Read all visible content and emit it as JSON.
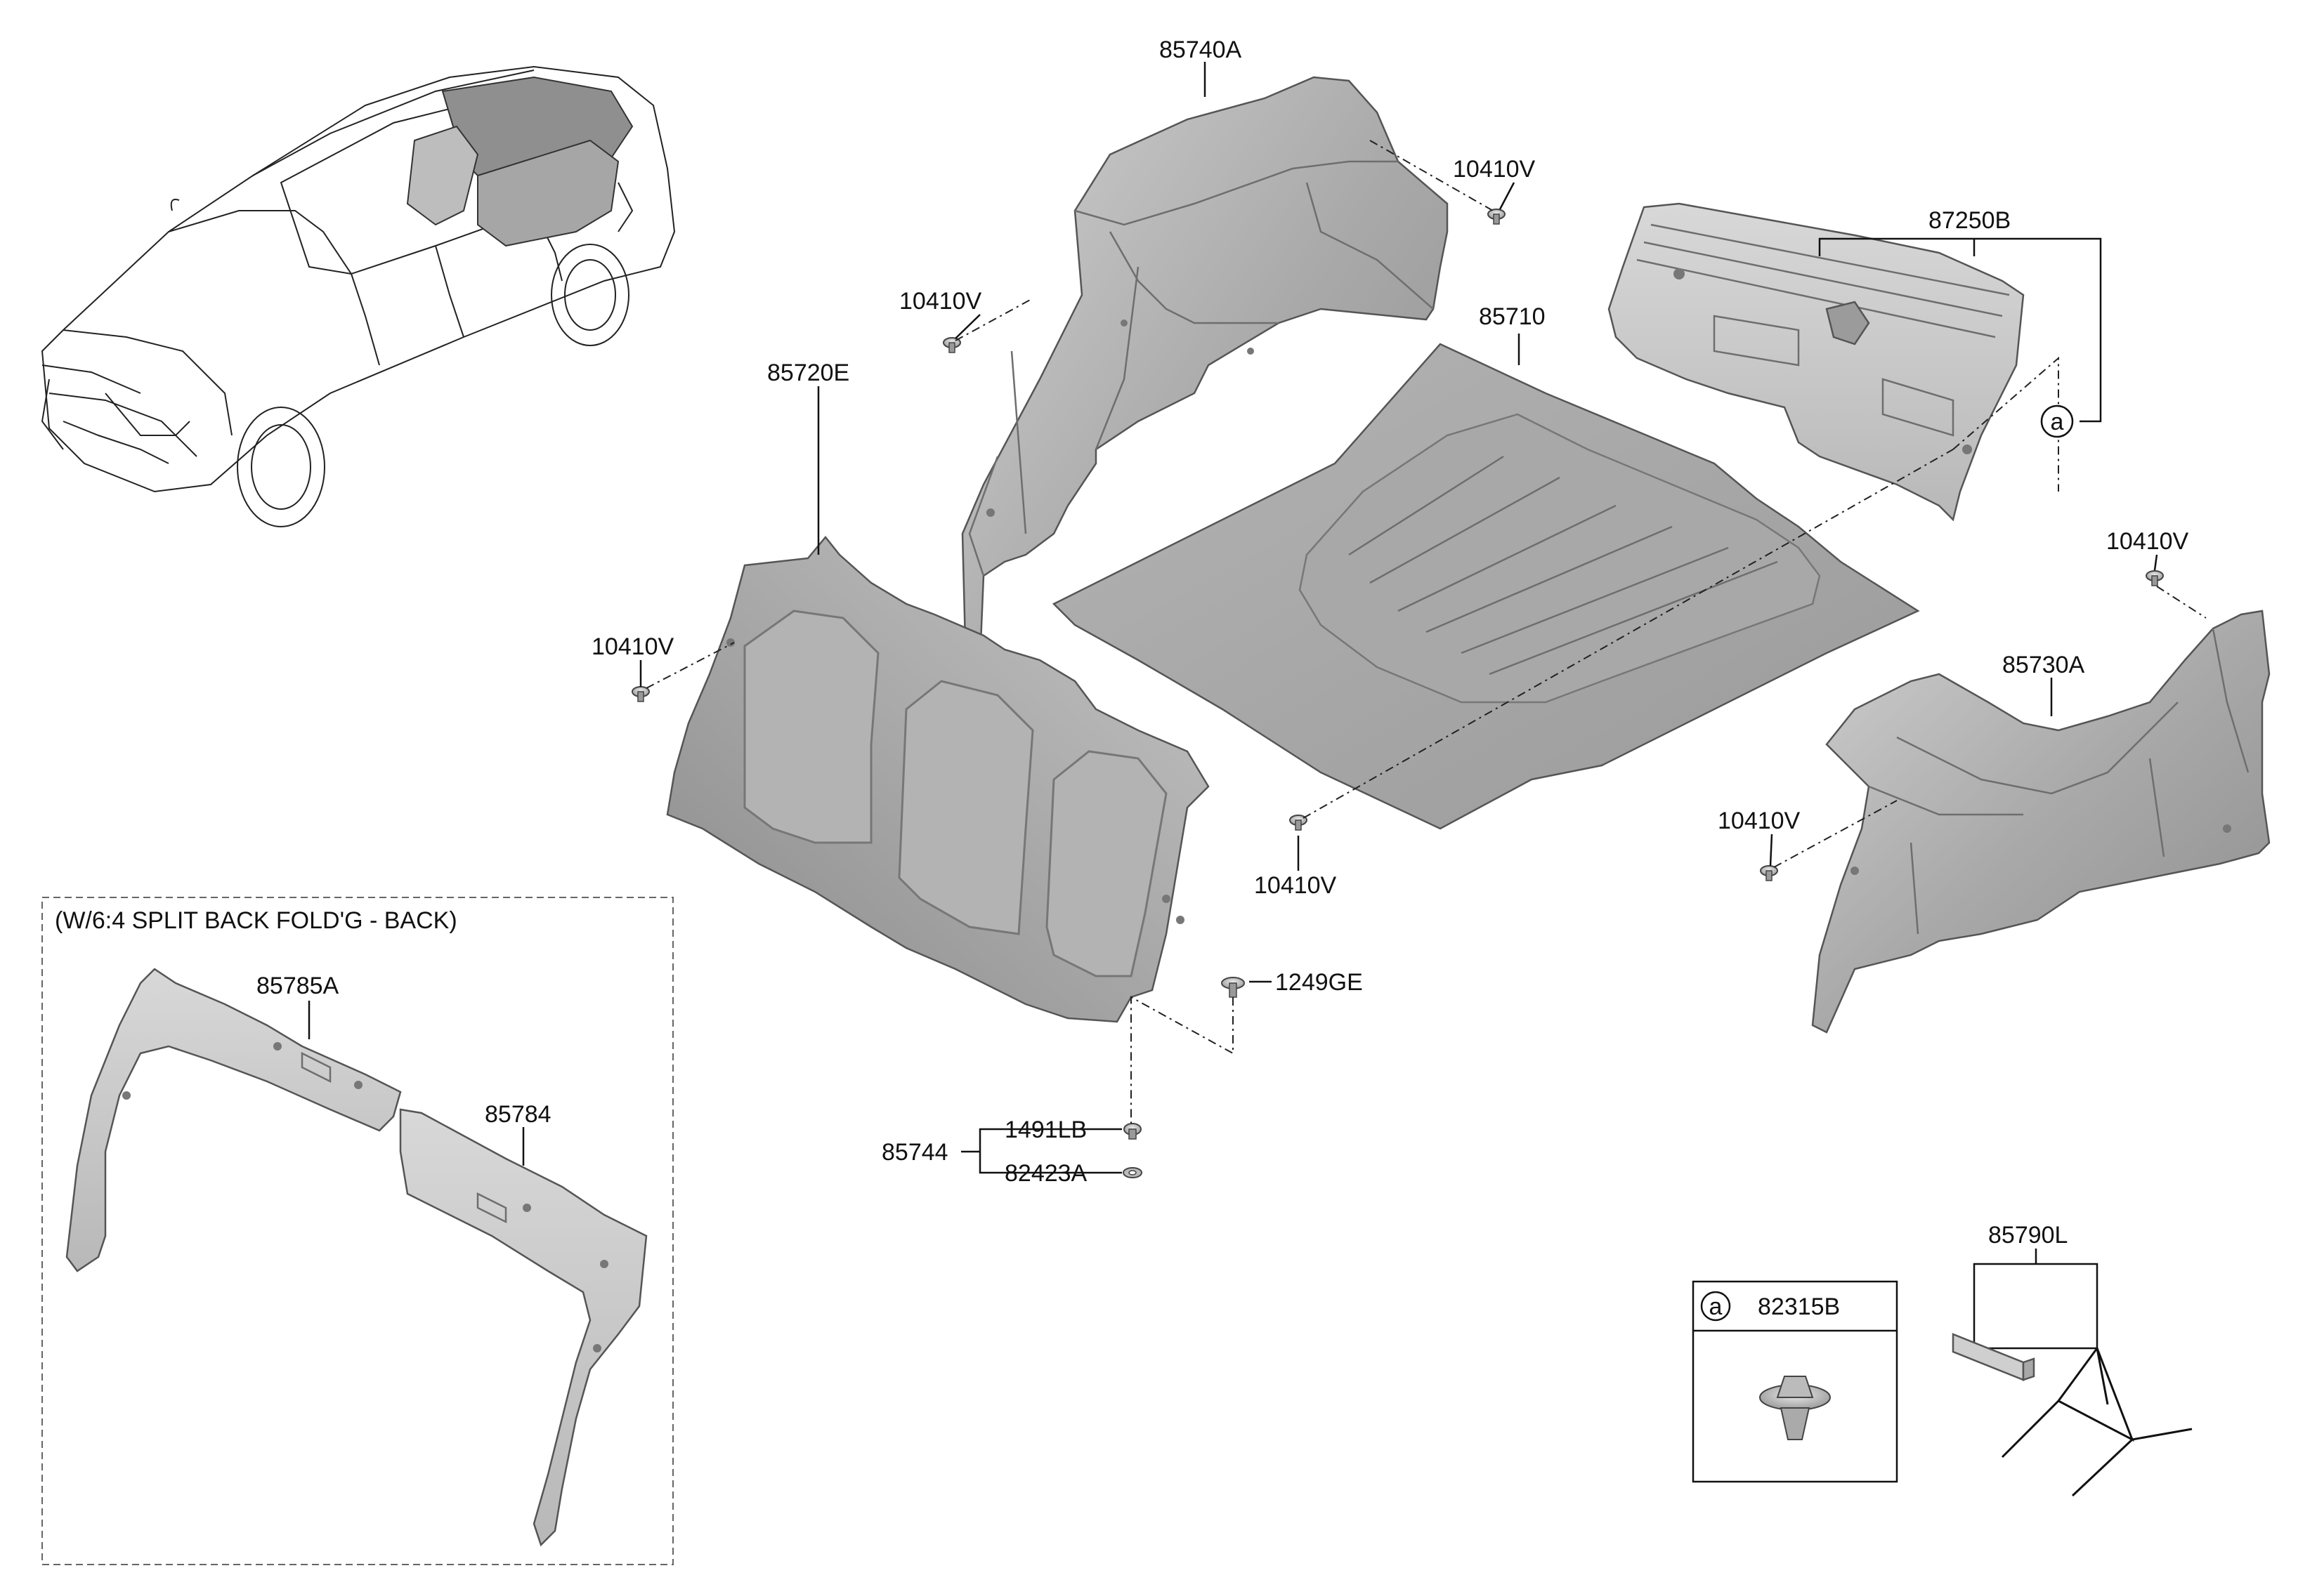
{
  "diagram": {
    "note": "(W/6:4 SPLIT BACK FOLD'G - BACK)",
    "callout_marker": "a",
    "labels": {
      "p85740A": "85740A",
      "p10410V_a": "10410V",
      "p87250B": "87250B",
      "p10410V_b": "10410V",
      "p85710": "85710",
      "p85720E": "85720E",
      "p10410V_c": "10410V",
      "p10410V_d": "10410V",
      "p85730A": "85730A",
      "p10410V_e": "10410V",
      "p10410V_f": "10410V",
      "p1249GE": "1249GE",
      "p1491LB": "1491LB",
      "p85744": "85744",
      "p82423A": "82423A",
      "p85785A": "85785A",
      "p85784": "85784",
      "p82315B": "82315B",
      "p85790L": "85790L"
    }
  }
}
